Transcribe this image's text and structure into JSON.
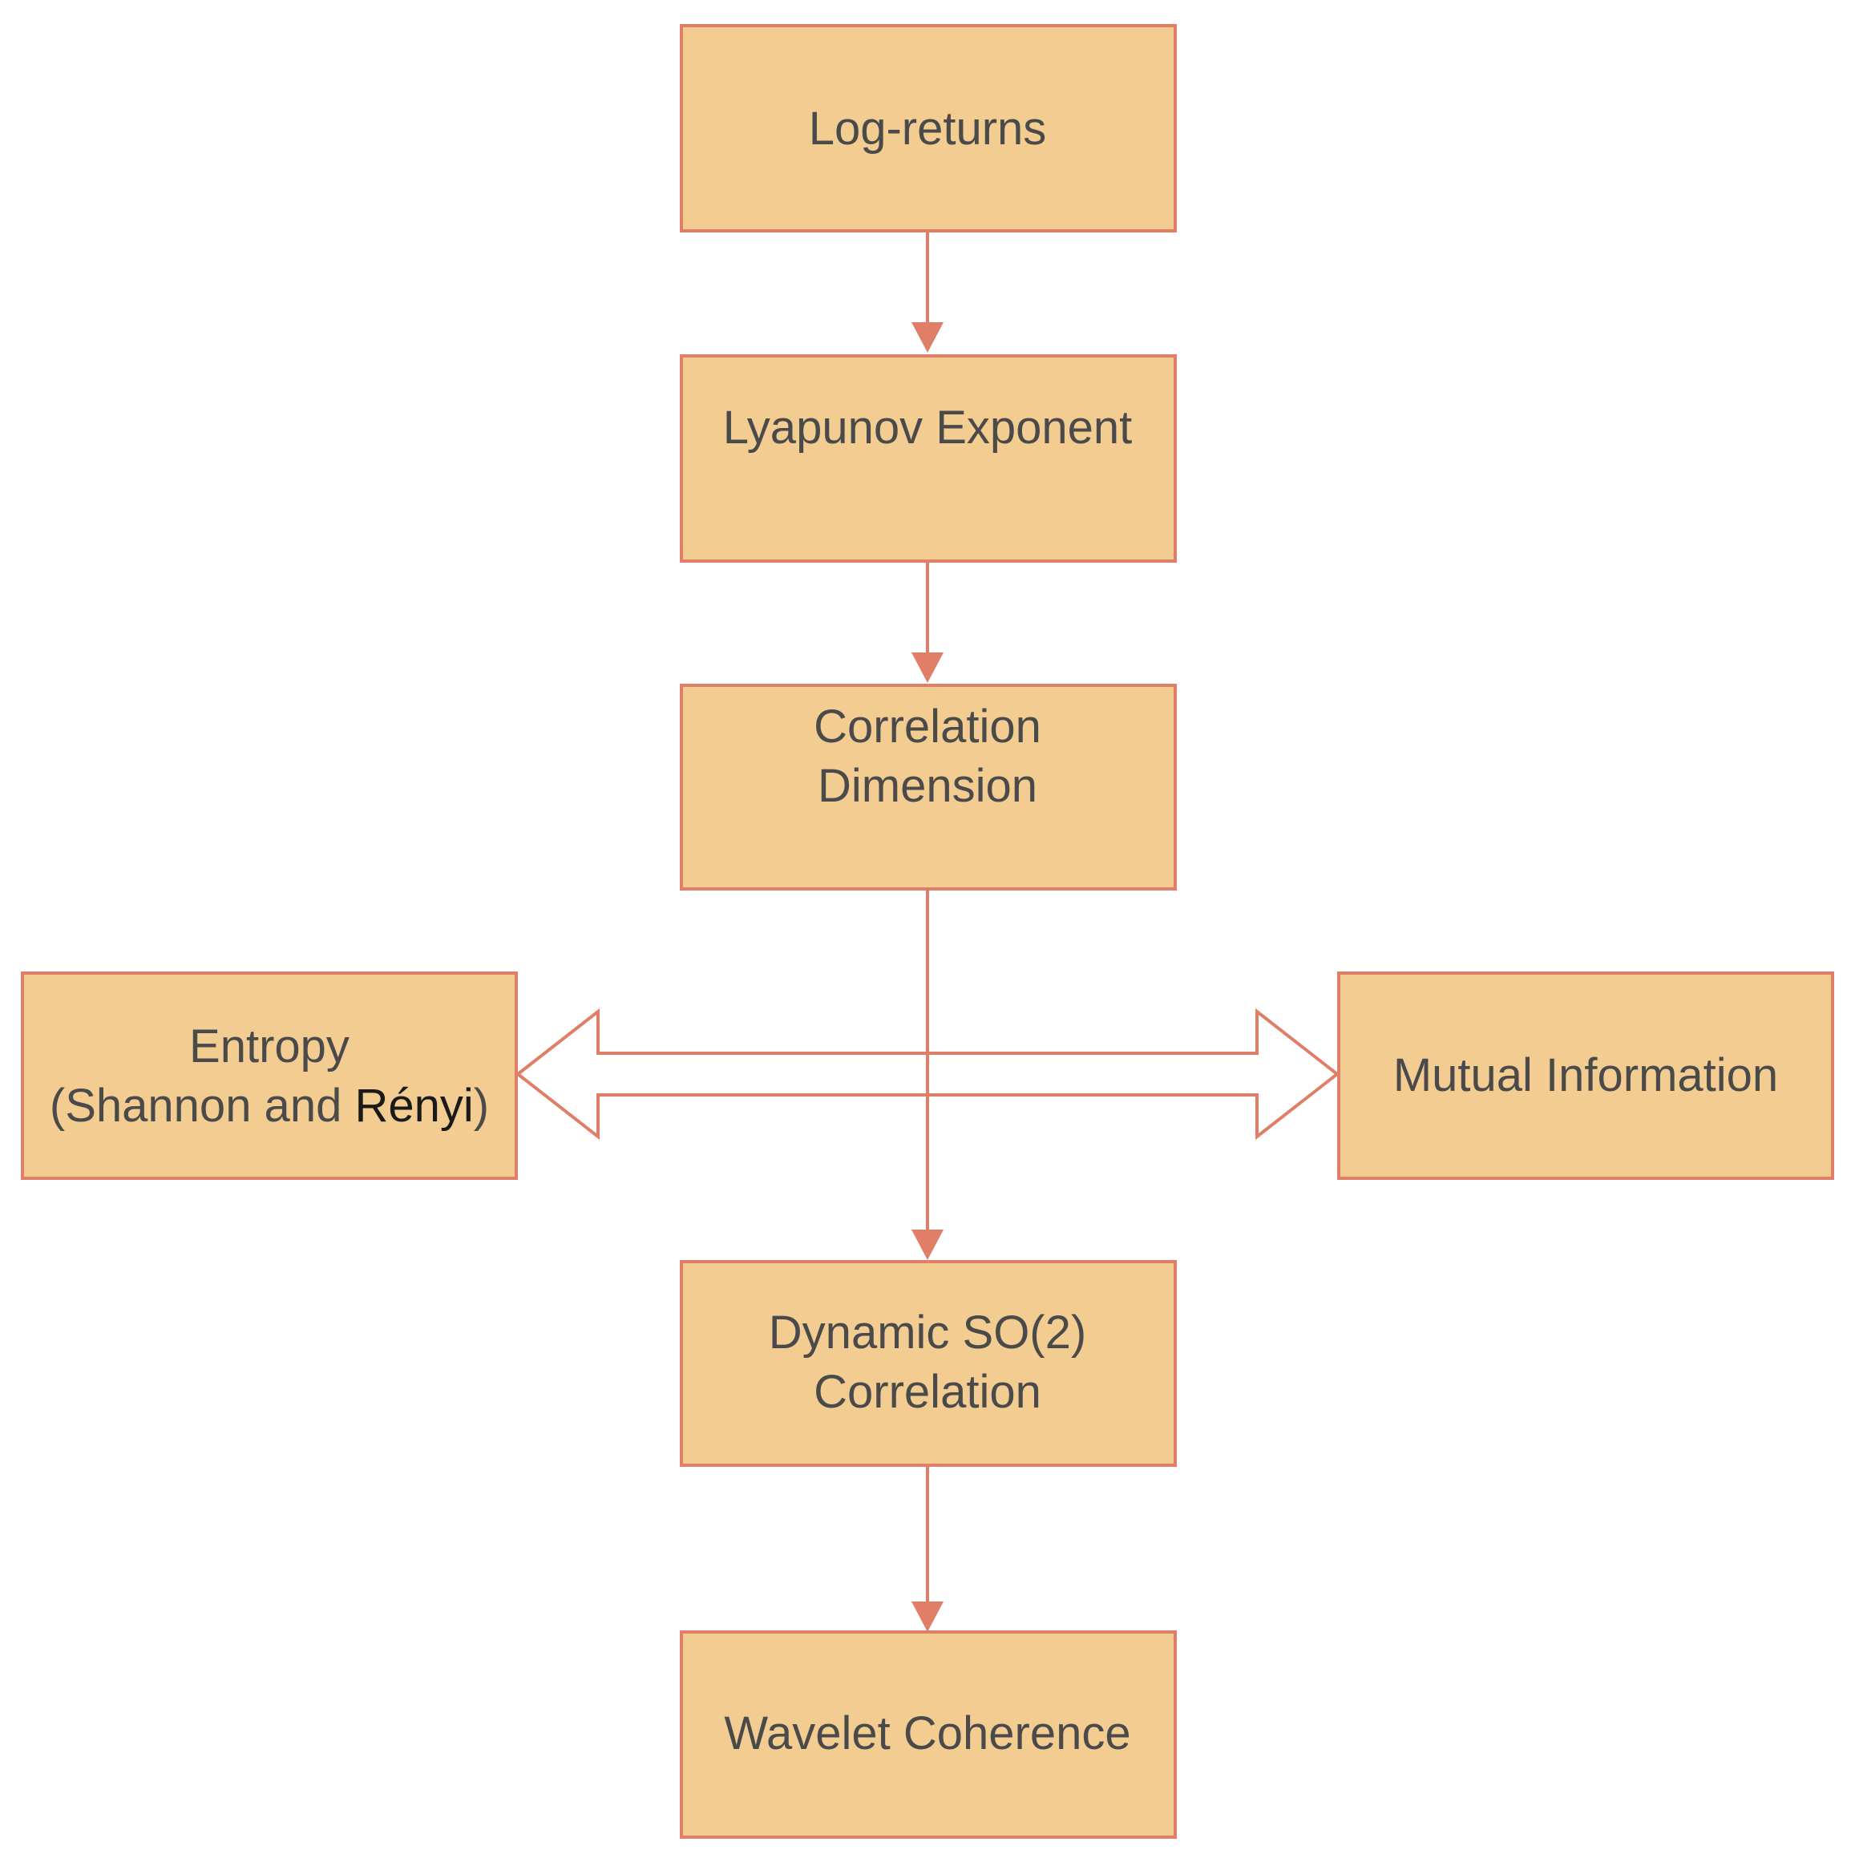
{
  "diagram": {
    "colors": {
      "box_fill": "#f2cc91",
      "box_stroke": "#e07e68",
      "edge": "#e07e68",
      "text": "#4a4a4a"
    },
    "nodes": {
      "log_returns": {
        "line1": "Log-returns"
      },
      "lyapunov": {
        "line1": "Lyapunov Exponent"
      },
      "correlation_dimension": {
        "line1": "Correlation",
        "line2": "Dimension"
      },
      "entropy": {
        "line1": "Entropy",
        "line2_a": "(Shannon and ",
        "line2_b": "Rényi",
        "line2_c": ")"
      },
      "mutual_information": {
        "line1": "Mutual Information"
      },
      "dynamic_so2": {
        "line1": "Dynamic SO(2)",
        "line2": "Correlation"
      },
      "wavelet_coherence": {
        "line1": "Wavelet Coherence"
      }
    },
    "edges": [
      {
        "from": "log_returns",
        "to": "lyapunov"
      },
      {
        "from": "lyapunov",
        "to": "correlation_dimension"
      },
      {
        "from": "correlation_dimension",
        "to": "dynamic_so2"
      },
      {
        "from": "dynamic_so2",
        "to": "wavelet_coherence"
      },
      {
        "from": "entropy",
        "to": "mutual_information",
        "style": "double-headed-hollow"
      }
    ]
  }
}
